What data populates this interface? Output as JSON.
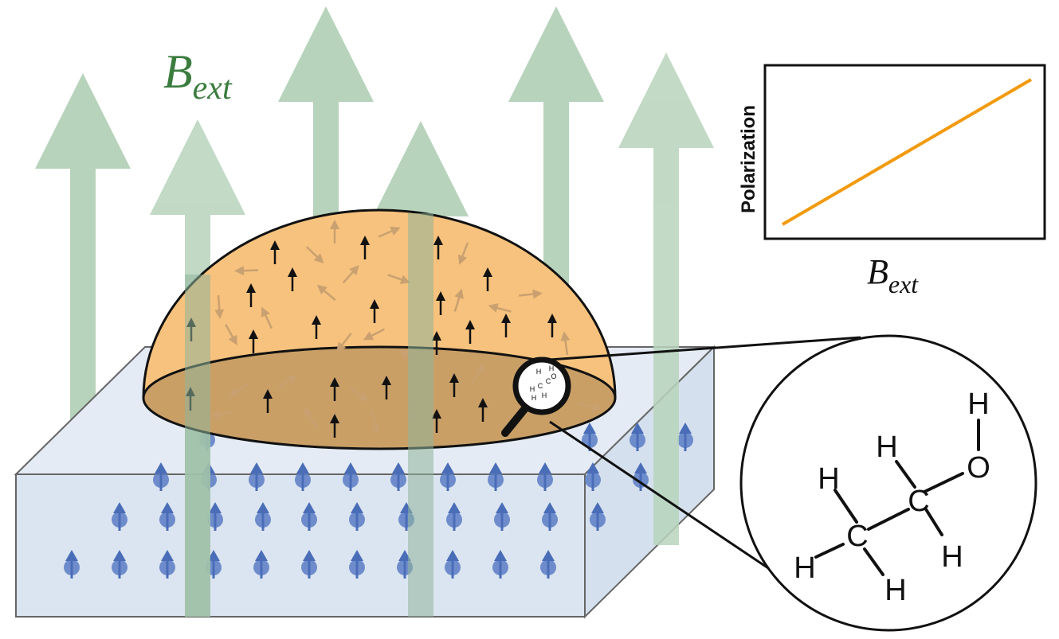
{
  "field_label": {
    "base": "B",
    "subscript": "ext"
  },
  "plot": {
    "ylabel": "Polarization",
    "xlabel_base": "B",
    "xlabel_subscript": "ext"
  },
  "molecule": {
    "atoms": [
      "H",
      "H",
      "H",
      "C",
      "C",
      "H",
      "H",
      "H",
      "O",
      "H"
    ]
  },
  "colors": {
    "field_arrow": "#b7d3bc",
    "field_label": "#3b7d3f",
    "dome": "#f7c27d",
    "dome_base": "#c8a067",
    "slab": "#dde6f1",
    "spin": "#5b7dc4",
    "line": "#f29a0d"
  }
}
